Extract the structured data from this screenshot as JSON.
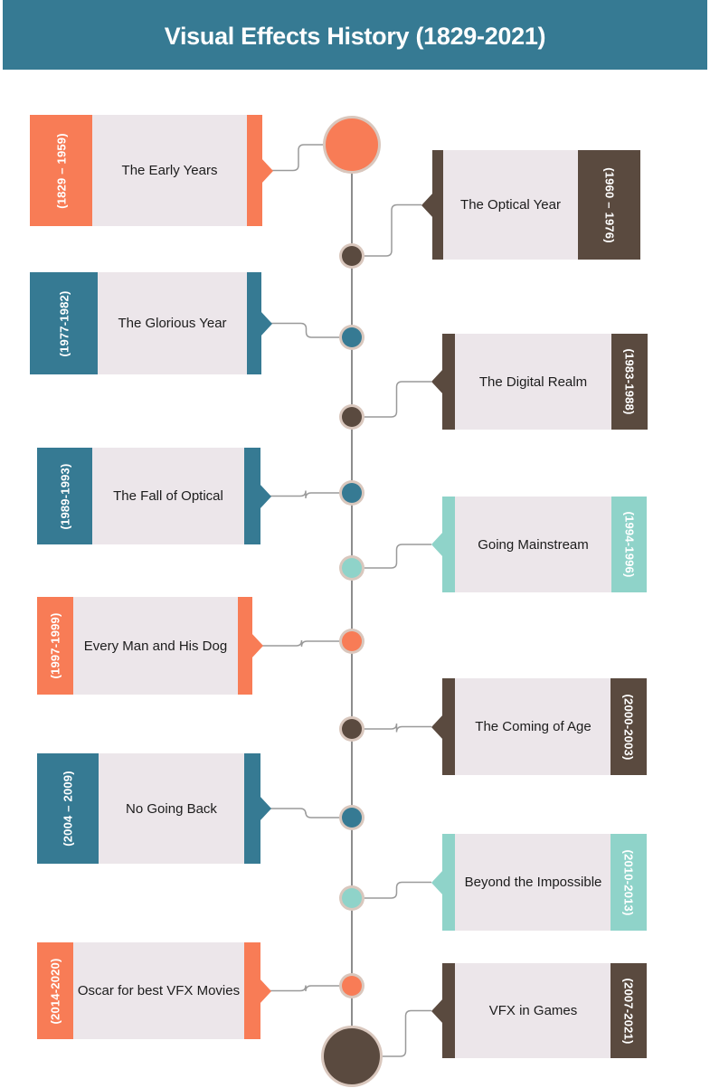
{
  "title": "Visual Effects History (1829-2021)",
  "colors": {
    "orange": "#f87c56",
    "brown": "#5a4a3f",
    "blue": "#367a93",
    "teal": "#8fd3c9",
    "card_bg": "#ece6ea",
    "line": "#a9a9a9"
  },
  "events": [
    {
      "dates": "(1829 – 1959)",
      "label": "The Early Years",
      "color": "orange",
      "side": "left"
    },
    {
      "dates": "(1960 – 1976)",
      "label": "The Optical Year",
      "color": "brown",
      "side": "right"
    },
    {
      "dates": "(1977-1982)",
      "label": "The Glorious Year",
      "color": "blue",
      "side": "left"
    },
    {
      "dates": "(1983-1988)",
      "label": "The Digital Realm",
      "color": "brown",
      "side": "right"
    },
    {
      "dates": "(1989-1993)",
      "label": "The Fall of Optical",
      "color": "blue",
      "side": "left"
    },
    {
      "dates": "(1994-1996)",
      "label": "Going Mainstream",
      "color": "teal",
      "side": "right"
    },
    {
      "dates": "(1997-1999)",
      "label": "Every Man and His Dog",
      "color": "orange",
      "side": "left"
    },
    {
      "dates": "(2000-2003)",
      "label": "The Coming of Age",
      "color": "brown",
      "side": "right"
    },
    {
      "dates": "(2004 – 2009)",
      "label": "No Going Back",
      "color": "blue",
      "side": "left"
    },
    {
      "dates": "(2010-2013)",
      "label": "Beyond the Impossible",
      "color": "teal",
      "side": "right"
    },
    {
      "dates": "(2014-2020)",
      "label": "Oscar for best VFX Movies",
      "color": "orange",
      "side": "left"
    },
    {
      "dates": "(2007-2021)",
      "label": "VFX in Games",
      "color": "brown",
      "side": "right"
    }
  ]
}
